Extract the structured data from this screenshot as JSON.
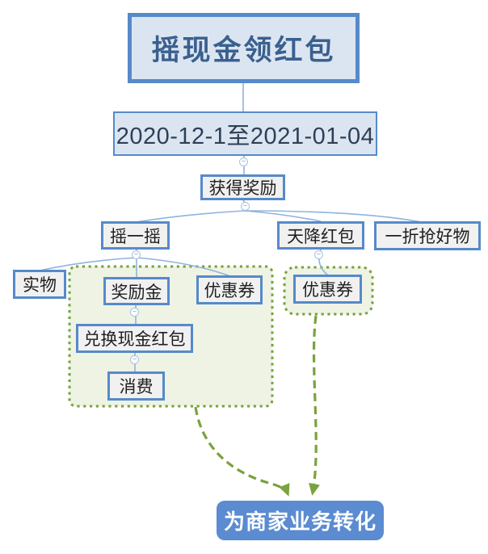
{
  "diagram": {
    "type": "mindmap-flow",
    "nodes": {
      "title": {
        "label": "摇现金领红包"
      },
      "date": {
        "label": "2020-12-1至2021-01-04"
      },
      "reward": {
        "label": "获得奖励"
      },
      "shake": {
        "label": "摇一摇"
      },
      "sky": {
        "label": "天降红包"
      },
      "discount": {
        "label": "一折抢好物"
      },
      "physical": {
        "label": "实物"
      },
      "bonus": {
        "label": "奖励金"
      },
      "coupon_shake": {
        "label": "优惠券"
      },
      "coupon_sky": {
        "label": "优惠券"
      },
      "exchange": {
        "label": "兑换现金红包"
      },
      "consume": {
        "label": "消费"
      },
      "conversion": {
        "label": "为商家业务转化"
      }
    },
    "collapse": {
      "glyph": "−"
    },
    "colors": {
      "node_border": "#568ac9",
      "node_fill": "#f1f1f1",
      "root_fill": "#dbe5f1",
      "root_text": "#3a608f",
      "date_text": "#2e3f55",
      "node_text": "#1f1f1f",
      "conversion_fill": "#5b8bd0",
      "conversion_text": "#ffffff",
      "connector": "#8fb3de",
      "boundary_border": "#76a33c",
      "boundary_fill": "#eef3e4",
      "arrow": "#7aa23e",
      "background": "#ffffff"
    }
  }
}
